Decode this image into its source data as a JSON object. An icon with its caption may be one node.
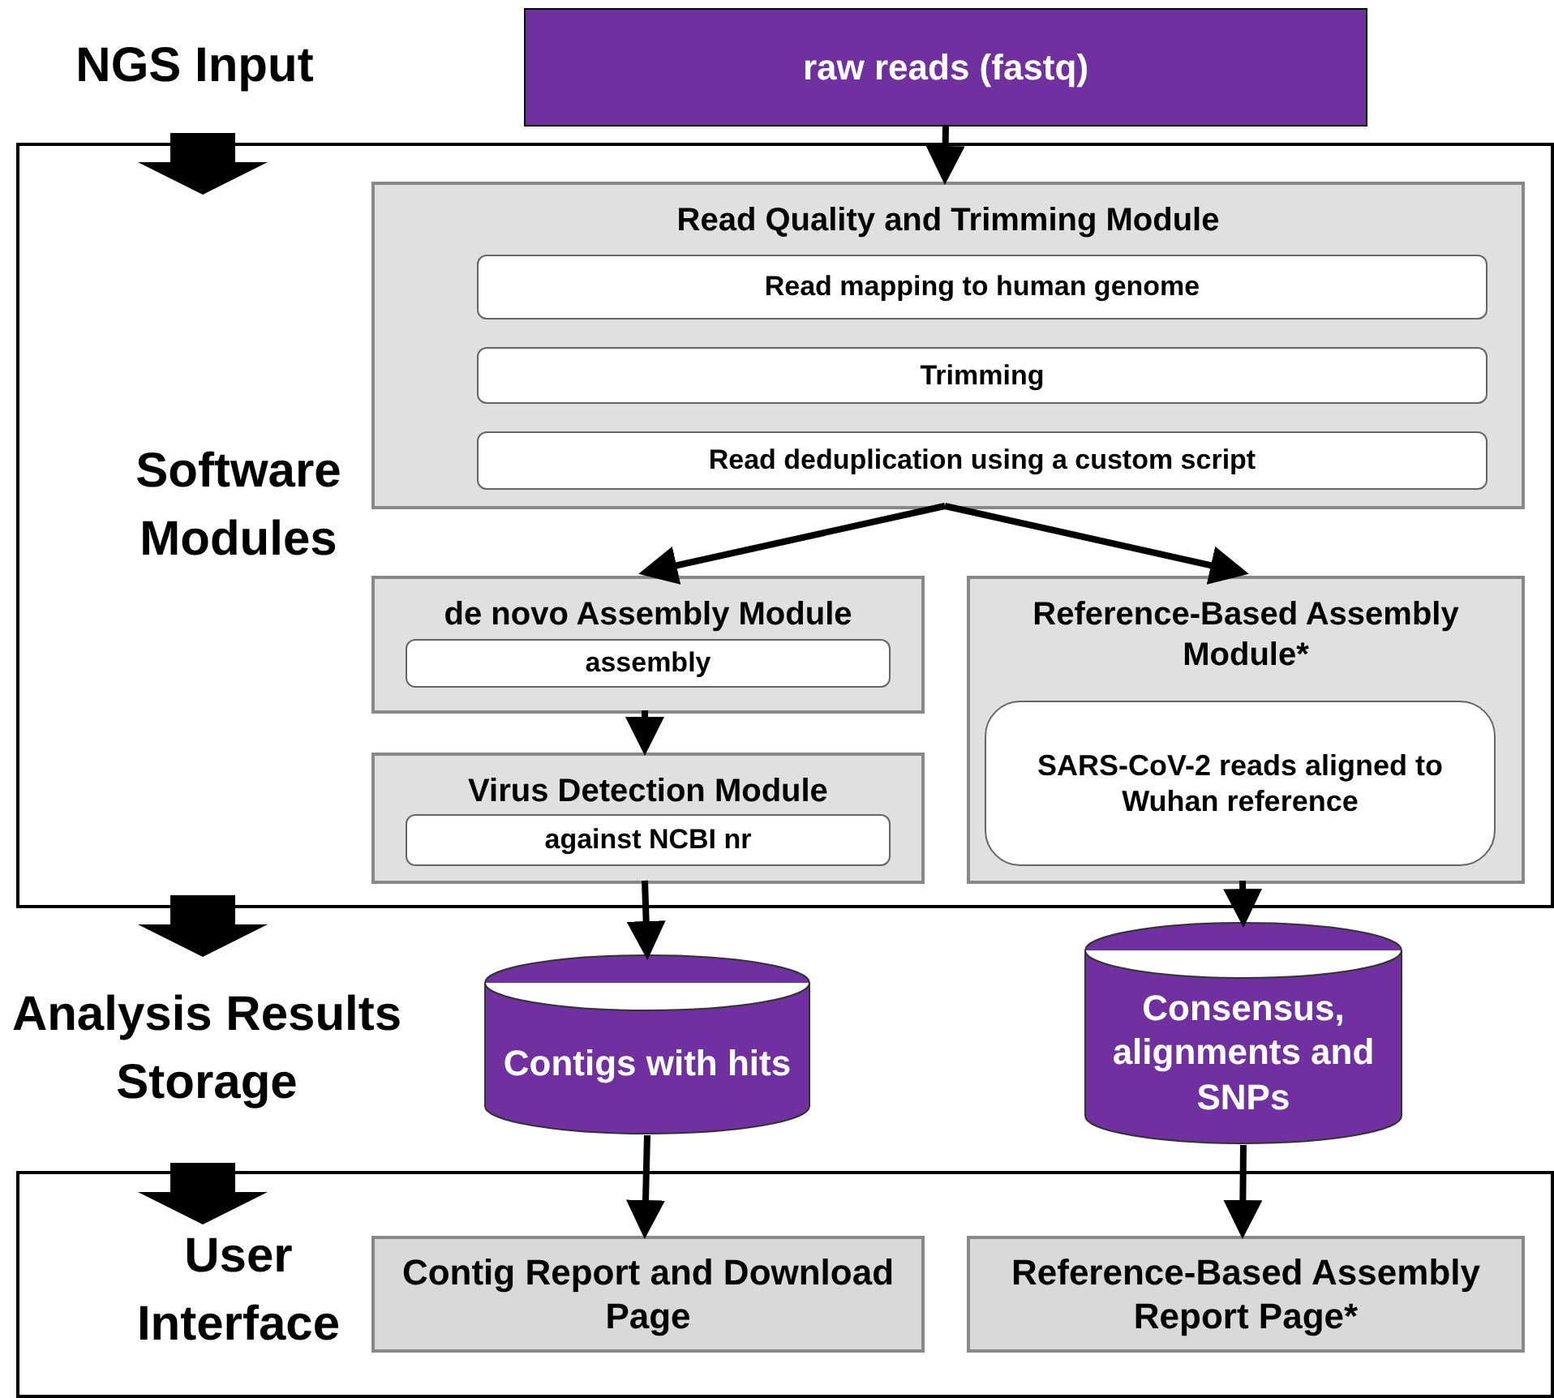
{
  "diagram": {
    "nodes": [
      {
        "text": [
          "raw reads (fastq)"
        ]
      },
      {
        "text": [
          "Software Modules"
        ]
      },
      {
        "text": [
          "Read Quality and Trimming Module"
        ],
        "in": 1
      },
      {
        "text": [
          "Read mapping to human genome"
        ],
        "in": 2
      },
      {
        "text": [
          "Trimming"
        ],
        "in": 2
      },
      {
        "text": [
          "Read deduplication using a custom script"
        ],
        "in": 2
      },
      {
        "text": [
          "de novo Assembly Module"
        ],
        "in": 1
      },
      {
        "text": [
          "assembly"
        ],
        "in": 6
      },
      {
        "text": [
          "Virus Detection Module"
        ],
        "in": 1
      },
      {
        "text": [
          "against NCBI nr"
        ],
        "in": 8
      },
      {
        "text": [
          "Reference-Based Assembly Module*"
        ],
        "in": 1
      },
      {
        "text": [
          "SARS-CoV-2 reads aligned to Wuhan reference"
        ],
        "in": 10
      },
      {
        "text": [
          "Contigs with hits"
        ]
      },
      {
        "text": [
          "Consensus, alignments and SNPs"
        ]
      },
      {
        "text": [
          "User Interface"
        ]
      },
      {
        "text": [
          "Contig Report and Download Page"
        ],
        "in": 14
      },
      {
        "text": [
          "Reference-Based Assembly Report Page*"
        ],
        "in": 14
      }
    ],
    "edges": [
      {
        "from": 0,
        "to": 2,
        "arrow": "to"
      },
      {
        "from": 2,
        "to": 6,
        "arrow": "to"
      },
      {
        "from": 2,
        "to": 10,
        "arrow": "to"
      },
      {
        "from": 6,
        "to": 8,
        "arrow": "to"
      },
      {
        "from": 8,
        "to": 12,
        "arrow": "to"
      },
      {
        "from": 10,
        "to": 13,
        "arrow": "to"
      },
      {
        "from": 12,
        "to": 15,
        "arrow": "to"
      },
      {
        "from": 13,
        "to": 16,
        "arrow": "to"
      }
    ],
    "labels": [
      "NGS Input",
      "Analysis Results Storage"
    ]
  }
}
